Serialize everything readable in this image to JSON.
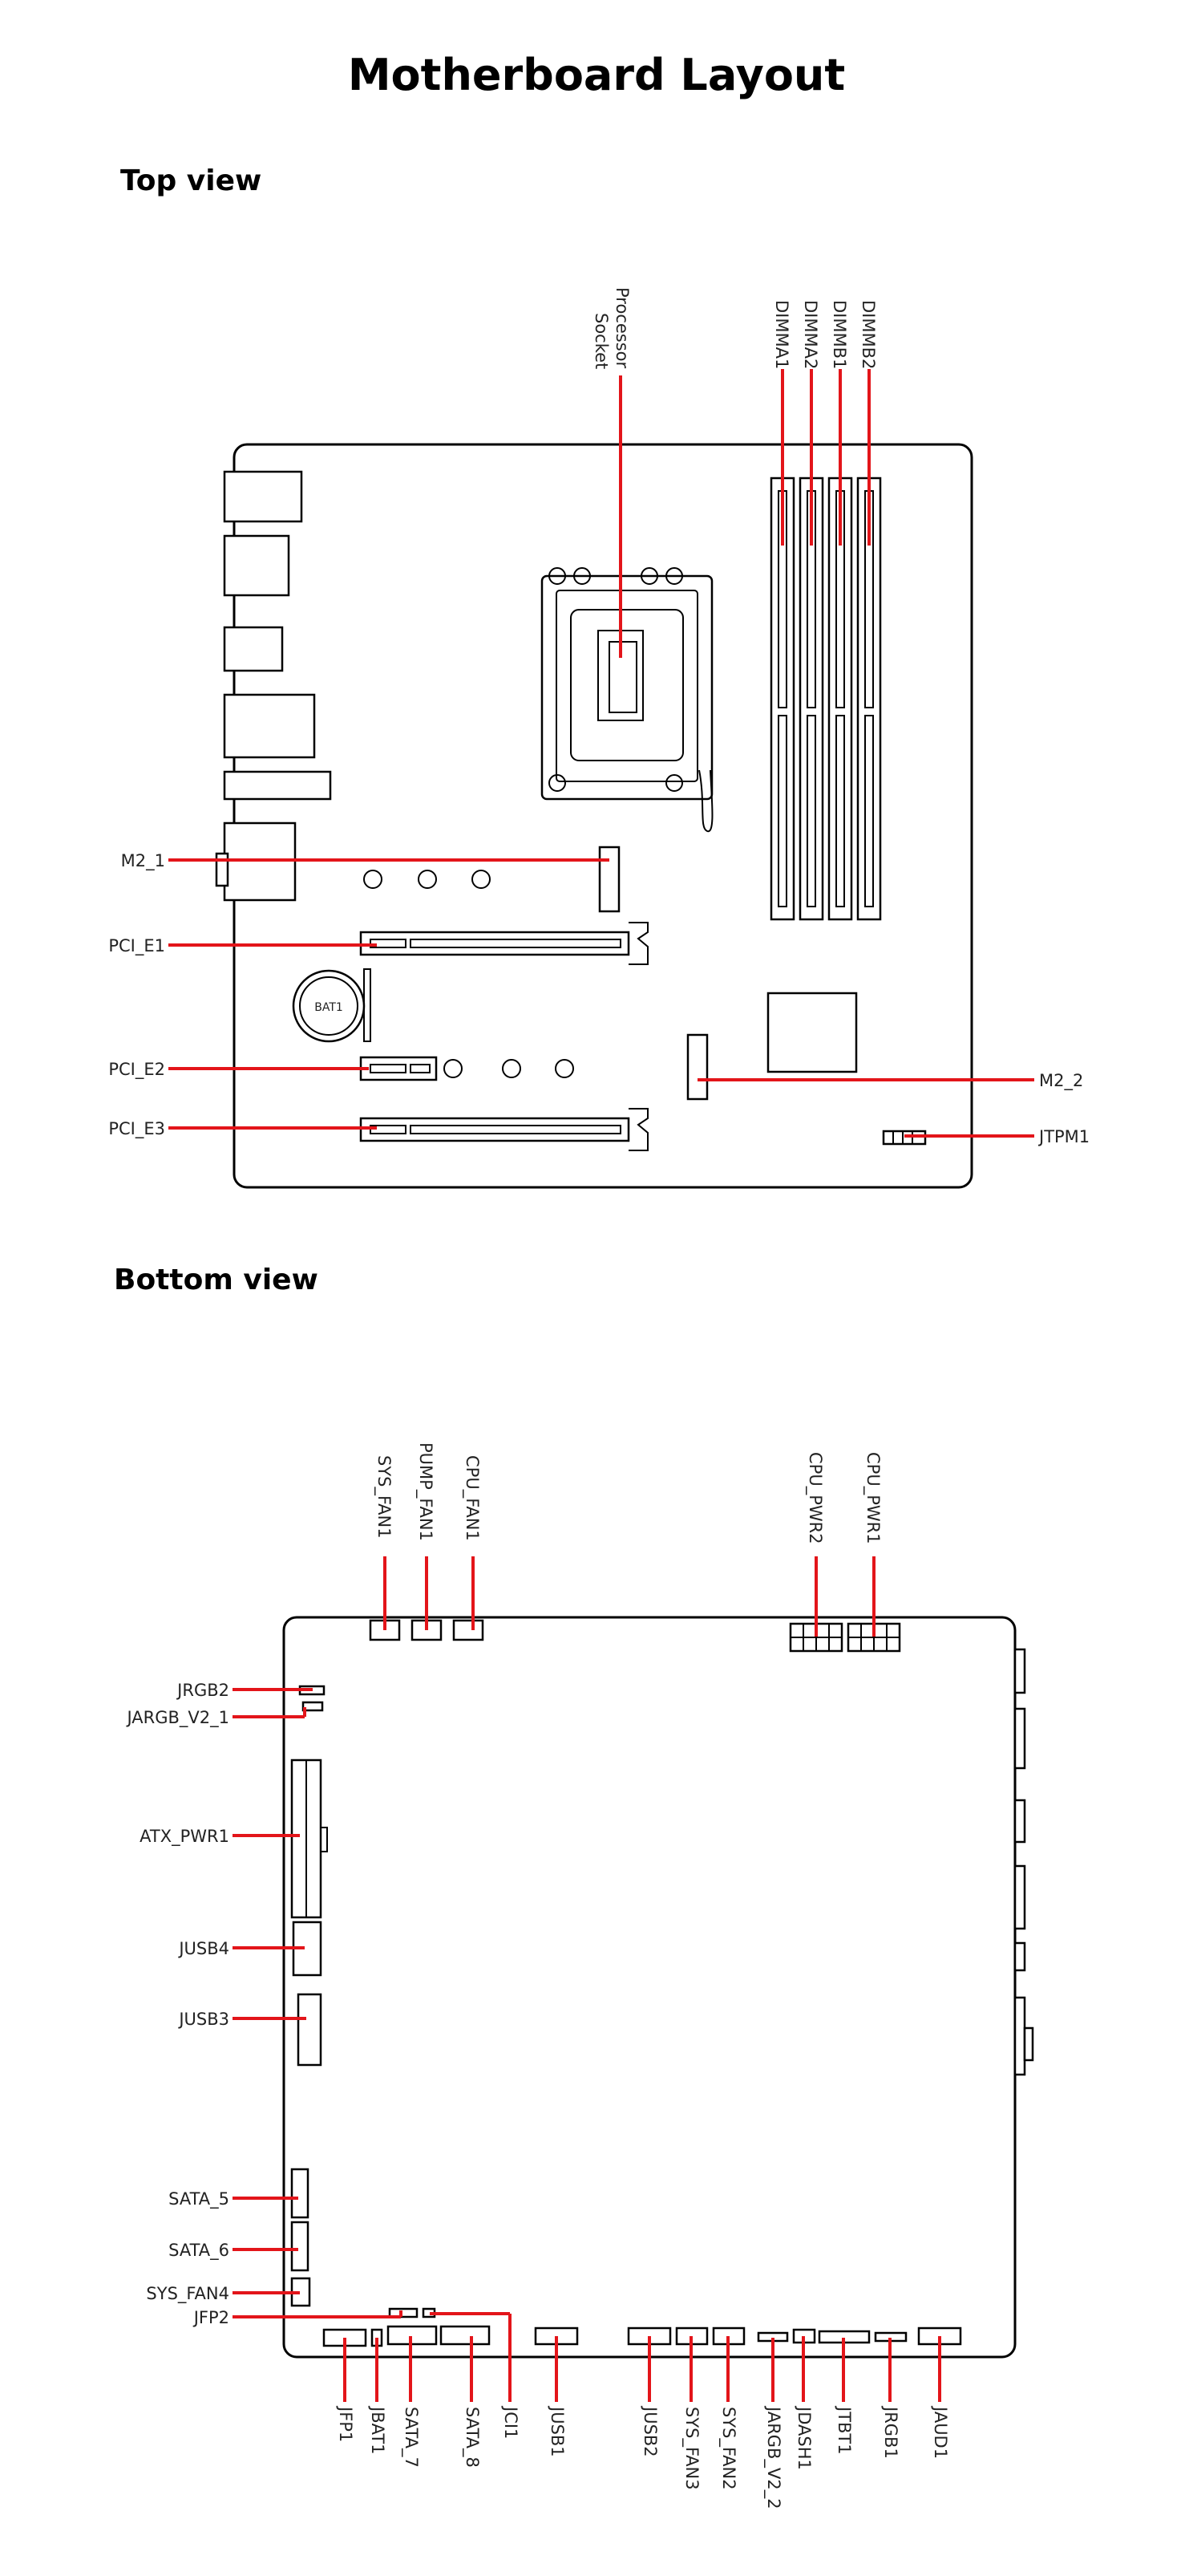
{
  "title": "Motherboard Layout",
  "sections": {
    "top": "Top view",
    "bottom": "Bottom view"
  },
  "colors": {
    "callout": "#e3151a",
    "outline": "#000000"
  },
  "top_labels": {
    "processor_line1": "Processor",
    "processor_line2": "Socket",
    "dimma1": "DIMMA1",
    "dimma2": "DIMMA2",
    "dimmb1": "DIMMB1",
    "dimmb2": "DIMMB2",
    "m2_1": "M2_1",
    "pci_e1": "PCI_E1",
    "pci_e2": "PCI_E2",
    "pci_e3": "PCI_E3",
    "m2_2": "M2_2",
    "jtpm1": "JTPM1",
    "bat1": "BAT1"
  },
  "bottom_labels": {
    "sys_fan1": "SYS_FAN1",
    "pump_fan1": "PUMP_FAN1",
    "cpu_fan1": "CPU_FAN1",
    "cpu_pwr2": "CPU_PWR2",
    "cpu_pwr1": "CPU_PWR1",
    "jrgb2": "JRGB2",
    "jargb_v2_1": "JARGB_V2_1",
    "atx_pwr1": "ATX_PWR1",
    "jusb4": "JUSB4",
    "jusb3": "JUSB3",
    "sata_5": "SATA_5",
    "sata_6": "SATA_6",
    "sys_fan4": "SYS_FAN4",
    "jfp2": "JFP2",
    "jfp1": "JFP1",
    "jbat1": "JBAT1",
    "sata_7": "SATA_7",
    "sata_8": "SATA_8",
    "jci1": "JCI1",
    "jusb1": "JUSB1",
    "jusb2": "JUSB2",
    "sys_fan3": "SYS_FAN3",
    "sys_fan2": "SYS_FAN2",
    "jargb_v2_2": "JARGB_V2_2",
    "jdash1": "JDASH1",
    "jtbt1": "JTBT1",
    "jrgb1": "JRGB1",
    "jaud1": "JAUD1"
  }
}
